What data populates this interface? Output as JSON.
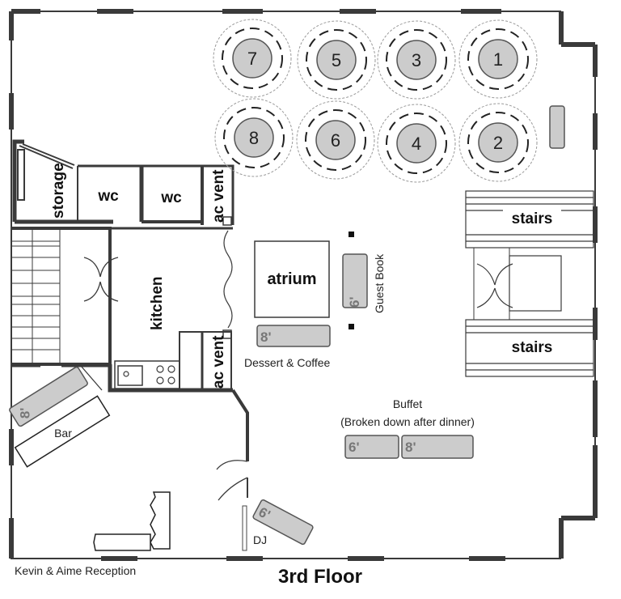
{
  "rooms": {
    "storage": "storage",
    "wc": "wc",
    "ac_vent": "ac vent",
    "kitchen": "kitchen",
    "atrium": "atrium",
    "stairs": "stairs"
  },
  "tables": {
    "round": [
      "7",
      "5",
      "3",
      "1",
      "8",
      "6",
      "4",
      "2"
    ],
    "size_8ft": "8'",
    "size_6ft": "6'"
  },
  "labels": {
    "guest_book": "Guest Book",
    "dessert_coffee": "Dessert & Coffee",
    "buffet": "Buffet",
    "buffet_note": "(Broken down after dinner)",
    "bar": "Bar",
    "dj": "DJ",
    "event": "Kevin & Aime Reception",
    "floor": "3rd Floor"
  },
  "colors": {
    "wall": "#3a3a3a",
    "table_fill": "#cccccc",
    "table_stroke": "#555555"
  }
}
